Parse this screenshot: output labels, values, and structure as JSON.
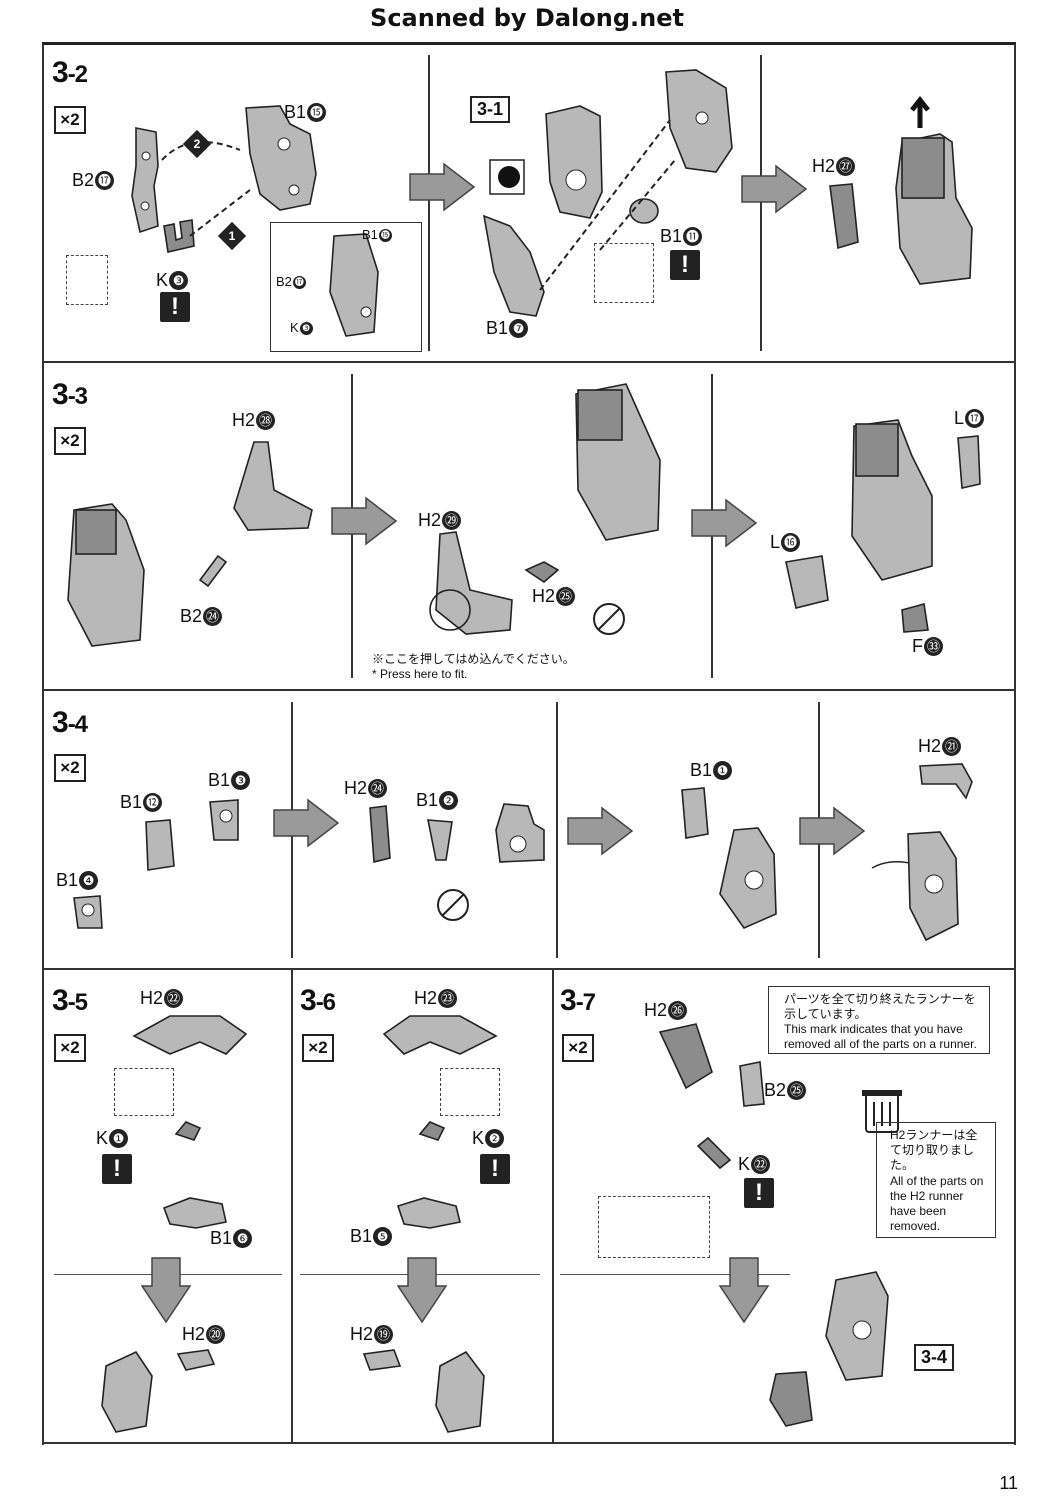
{
  "header": {
    "watermark": "Scanned by Dalong.net"
  },
  "quantity_label": "×2",
  "warn_symbol": "!",
  "sections": {
    "s32": {
      "step_main": "3",
      "step_sub": "-2",
      "labels": {
        "b1_15": "B1",
        "b2_17": "B2",
        "k_3": "K",
        "ref_3_1": "3-1",
        "b1_11": "B1",
        "b1_7": "B1",
        "h2_27": "H2"
      },
      "inset": {
        "b1_15": "B1",
        "b2_17": "B2",
        "k_3": "K"
      },
      "nums": {
        "n15": "⓯",
        "n17": "⓱",
        "n3": "❸",
        "n11": "⓫",
        "n7": "❼",
        "n27": "㉗"
      }
    },
    "s33": {
      "step_main": "3",
      "step_sub": "-3",
      "labels": {
        "h2_28": "H2",
        "b2_24": "B2",
        "h2_29": "H2",
        "h2_25": "H2",
        "l_16": "L",
        "l_17": "L",
        "f_33": "F"
      },
      "note_jp": "※ここを押してはめ込んでください。",
      "note_en": "* Press here to fit."
    },
    "s34": {
      "step_main": "3",
      "step_sub": "-4",
      "labels": {
        "b1_12": "B1",
        "b1_3": "B1",
        "b1_4": "B1",
        "h2_24": "H2",
        "b1_2": "B1",
        "b1_1": "B1",
        "h2_21": "H2"
      }
    },
    "s35": {
      "step_main": "3",
      "step_sub": "-5",
      "labels": {
        "h2_22": "H2",
        "k_1": "K",
        "b1_6": "B1",
        "h2_20": "H2"
      }
    },
    "s36": {
      "step_main": "3",
      "step_sub": "-6",
      "labels": {
        "h2_23": "H2",
        "k_2": "K",
        "b1_5": "B1",
        "h2_19": "H2"
      }
    },
    "s37": {
      "step_main": "3",
      "step_sub": "-7",
      "labels": {
        "h2_26": "H2",
        "b2_25": "B2",
        "k_22": "K",
        "ref_3_4": "3-4"
      },
      "runner_note_jp": "パーツを全て切り終えたランナーを示しています。",
      "runner_note_en": "This mark indicates that you have removed all of the parts on a runner.",
      "h2_done_jp": "H2ランナーは全て切り取りました。",
      "h2_done_en": "All of the parts on the H2 runner have been removed."
    }
  },
  "footer": {
    "page_number": "11"
  }
}
